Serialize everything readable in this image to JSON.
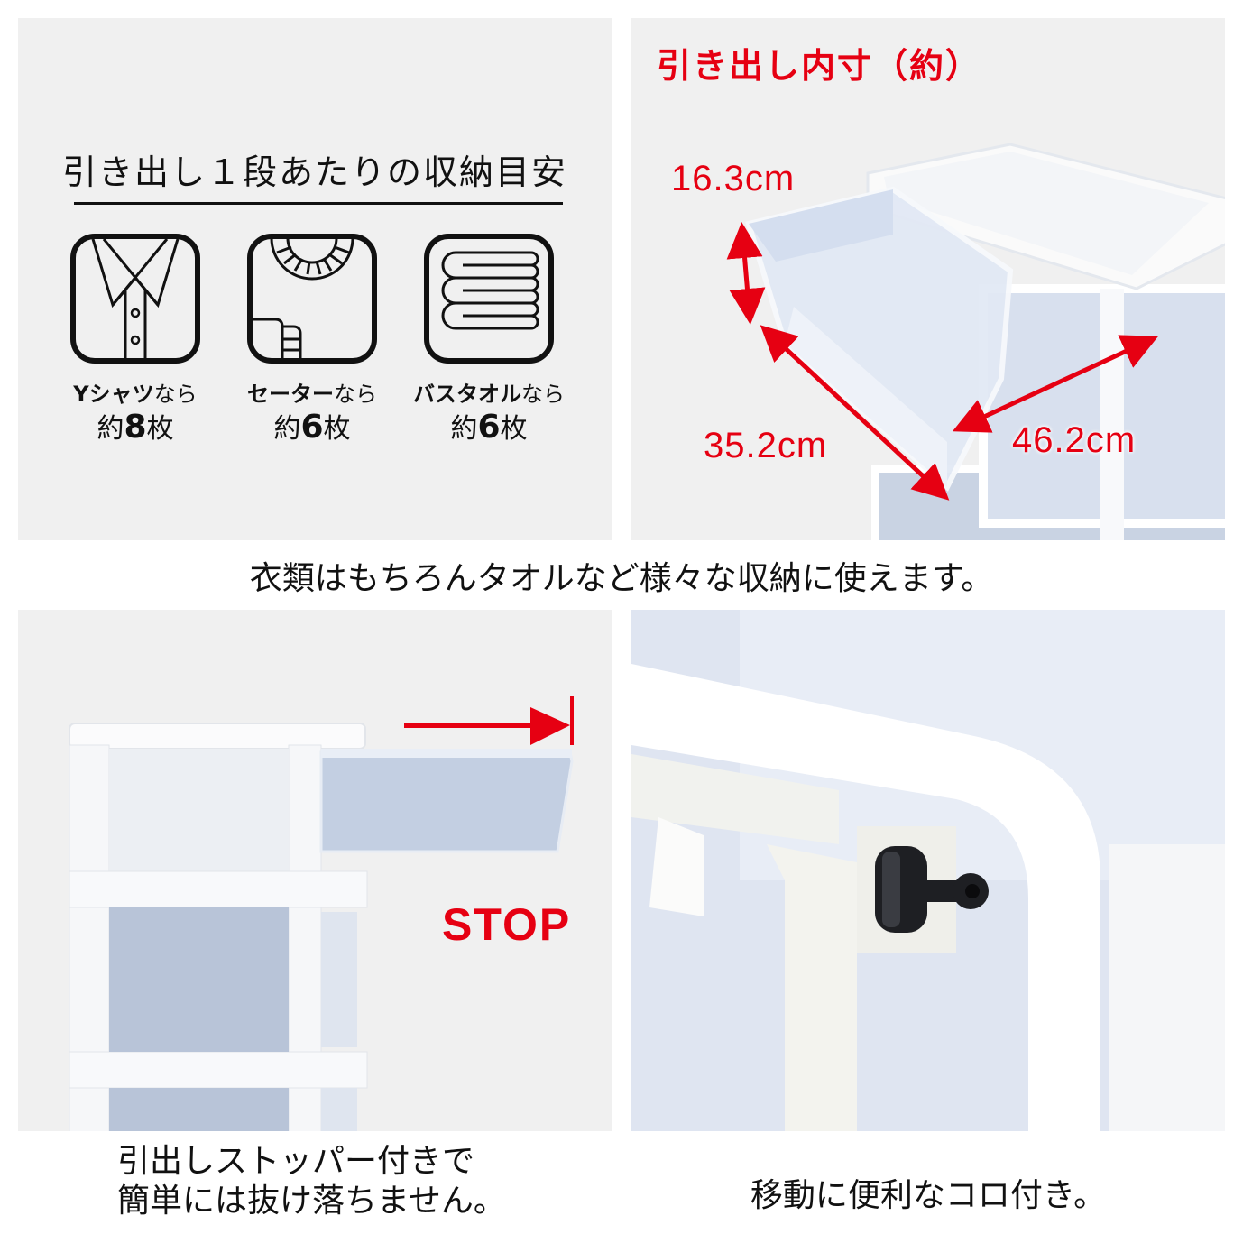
{
  "panel_storage": {
    "title": "引き出し１段あたりの収納目安",
    "items": [
      {
        "icon": "shirt-icon",
        "name_bold": "Yシャツ",
        "name_suffix": "なら",
        "qty_prefix": "約",
        "qty": "8",
        "qty_suffix": "枚"
      },
      {
        "icon": "sweater-icon",
        "name_bold": "セーター",
        "name_suffix": "なら",
        "qty_prefix": "約",
        "qty": "6",
        "qty_suffix": "枚"
      },
      {
        "icon": "bath-towel-icon",
        "name_bold": "バスタオル",
        "name_suffix": "なら",
        "qty_prefix": "約",
        "qty": "6",
        "qty_suffix": "枚"
      }
    ]
  },
  "panel_dimensions": {
    "title": "引き出し内寸（約）",
    "height": "16.3cm",
    "depth": "35.2cm",
    "width": "46.2cm"
  },
  "middle_caption": "衣類はもちろんタオルなど様々な収納に使えます。",
  "panel_stopper": {
    "label": "STOP",
    "caption_line1": "引出しストッパー付きで",
    "caption_line2": "簡単には抜け落ちません。"
  },
  "panel_caster": {
    "caption": "移動に便利なコロ付き。"
  },
  "colors": {
    "accent_red": "#e60012",
    "panel_bg": "#f0f0f0",
    "page_bg": "#ffffff"
  }
}
